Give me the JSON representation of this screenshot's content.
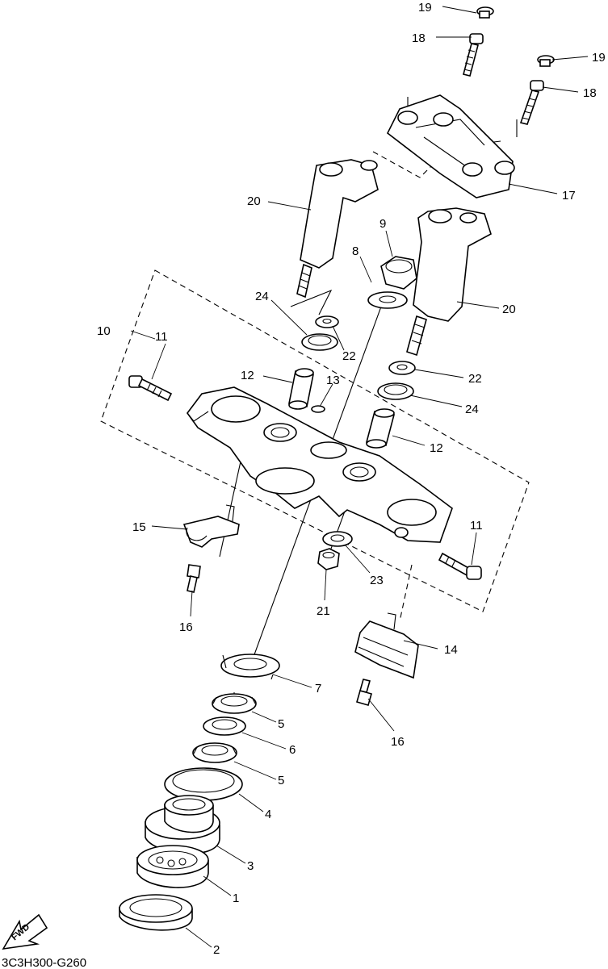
{
  "diagram_code": "3C3H300-G260",
  "fwd_label": "FWD",
  "callouts": [
    {
      "id": "c1",
      "text": "1"
    },
    {
      "id": "c2",
      "text": "2"
    },
    {
      "id": "c3",
      "text": "3"
    },
    {
      "id": "c4",
      "text": "4"
    },
    {
      "id": "c5a",
      "text": "5"
    },
    {
      "id": "c5b",
      "text": "5"
    },
    {
      "id": "c6",
      "text": "6"
    },
    {
      "id": "c7",
      "text": "7"
    },
    {
      "id": "c8",
      "text": "8"
    },
    {
      "id": "c9",
      "text": "9"
    },
    {
      "id": "c10",
      "text": "10"
    },
    {
      "id": "c11a",
      "text": "11"
    },
    {
      "id": "c11b",
      "text": "11"
    },
    {
      "id": "c12a",
      "text": "12"
    },
    {
      "id": "c12b",
      "text": "12"
    },
    {
      "id": "c13",
      "text": "13"
    },
    {
      "id": "c14",
      "text": "14"
    },
    {
      "id": "c15",
      "text": "15"
    },
    {
      "id": "c16a",
      "text": "16"
    },
    {
      "id": "c16b",
      "text": "16"
    },
    {
      "id": "c17",
      "text": "17"
    },
    {
      "id": "c18a",
      "text": "18"
    },
    {
      "id": "c18b",
      "text": "18"
    },
    {
      "id": "c19a",
      "text": "19"
    },
    {
      "id": "c19b",
      "text": "19"
    },
    {
      "id": "c20a",
      "text": "20"
    },
    {
      "id": "c20b",
      "text": "20"
    },
    {
      "id": "c21",
      "text": "21"
    },
    {
      "id": "c22a",
      "text": "22"
    },
    {
      "id": "c22b",
      "text": "22"
    },
    {
      "id": "c23",
      "text": "23"
    },
    {
      "id": "c24a",
      "text": "24"
    },
    {
      "id": "c24b",
      "text": "24"
    }
  ]
}
